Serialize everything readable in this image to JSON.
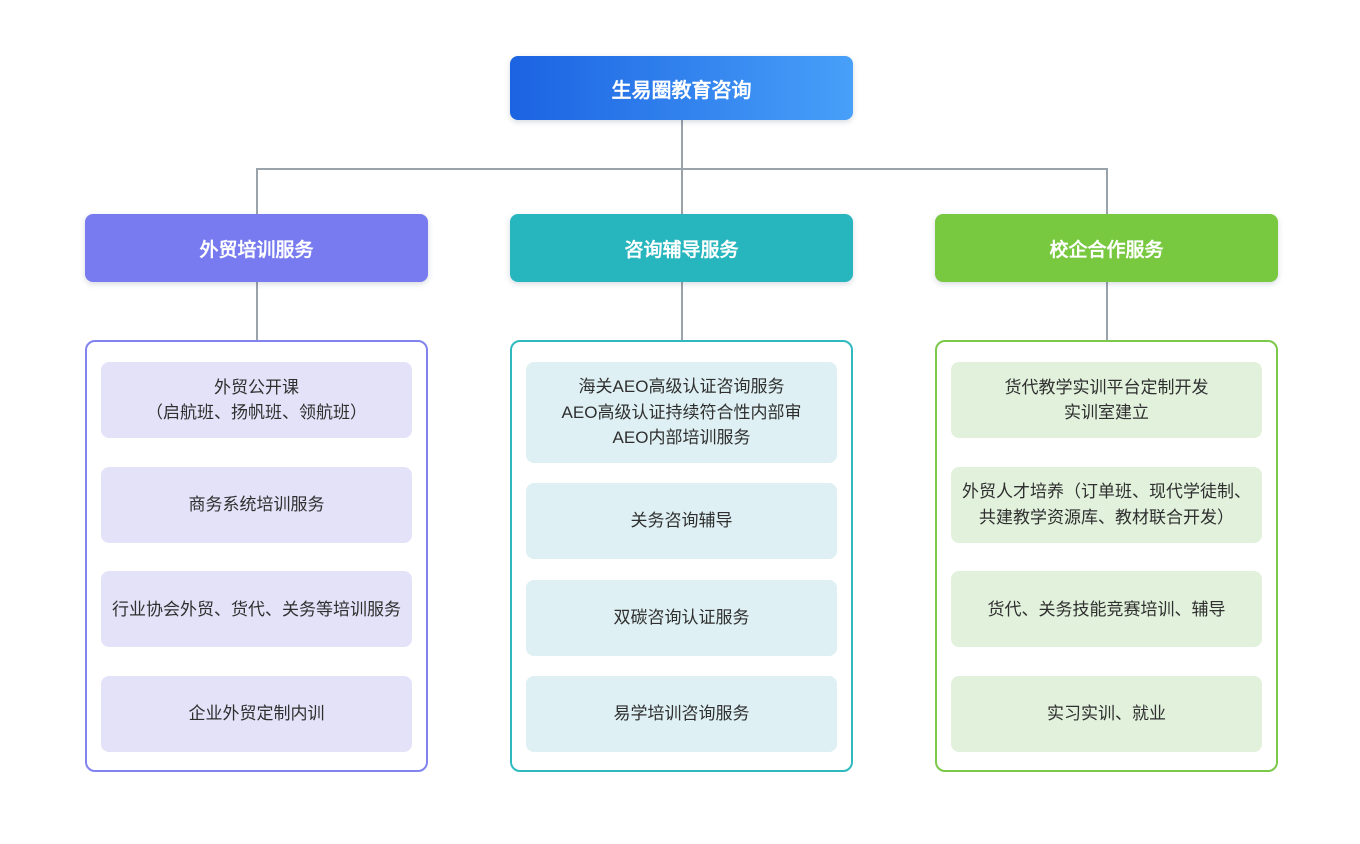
{
  "root": {
    "label": "生易圈教育咨询"
  },
  "branches": [
    {
      "id": "foreign-trade-training",
      "label": "外贸培训服务",
      "color": "#787bf0",
      "border_color": "#8183ef",
      "item_bg": "#e4e2f8",
      "items": [
        "外贸公开课\n（启航班、扬帆班、领航班）",
        "商务系统培训服务",
        "行业协会外贸、货代、关务等培训服务",
        "企业外贸定制内训"
      ]
    },
    {
      "id": "consulting-coaching",
      "label": "咨询辅导服务",
      "color": "#27b6bd",
      "border_color": "#2fbac0",
      "item_bg": "#def0f3",
      "items": [
        "海关AEO高级认证咨询服务\nAEO高级认证持续符合性内部审\nAEO内部培训服务",
        "关务咨询辅导",
        "双碳咨询认证服务",
        "易学培训咨询服务"
      ]
    },
    {
      "id": "school-enterprise-cooperation",
      "label": "校企合作服务",
      "color": "#78c840",
      "border_color": "#7cc94a",
      "item_bg": "#e1f1dc",
      "items": [
        "货代教学实训平台定制开发\n实训室建立",
        "外贸人才培养（订单班、现代学徒制、共建教学资源库、教材联合开发）",
        "货代、关务技能竞赛培训、辅导",
        "实习实训、就业"
      ]
    }
  ],
  "colors": {
    "root_gradient_start": "#1b63e2",
    "root_gradient_end": "#48a0f9",
    "connector": "#9aa2aa",
    "item_text": "#2f2f2f",
    "background": "#ffffff"
  }
}
